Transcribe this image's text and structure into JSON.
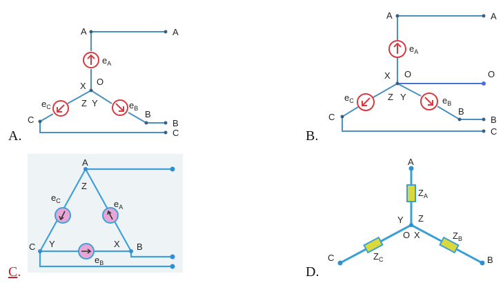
{
  "options": {
    "a": "A.",
    "b": "B.",
    "c": "C",
    "c_dot": ".",
    "d": "D."
  },
  "terminals": {
    "A": "A",
    "B": "B",
    "C": "C",
    "O": "O",
    "X": "X",
    "Y": "Y",
    "Z": "Z"
  },
  "emf": {
    "e": "e",
    "A": "A",
    "B": "B",
    "C": "C"
  },
  "load": {
    "Z": "Z",
    "A": "A",
    "B": "B",
    "C": "C"
  },
  "colors": {
    "wire": "#4a90c0",
    "source_ring": "#d9393e",
    "source_fill_c": "#e8a6d6",
    "load_fill": "#d9d93c",
    "answer_mark": "#c8202a"
  }
}
